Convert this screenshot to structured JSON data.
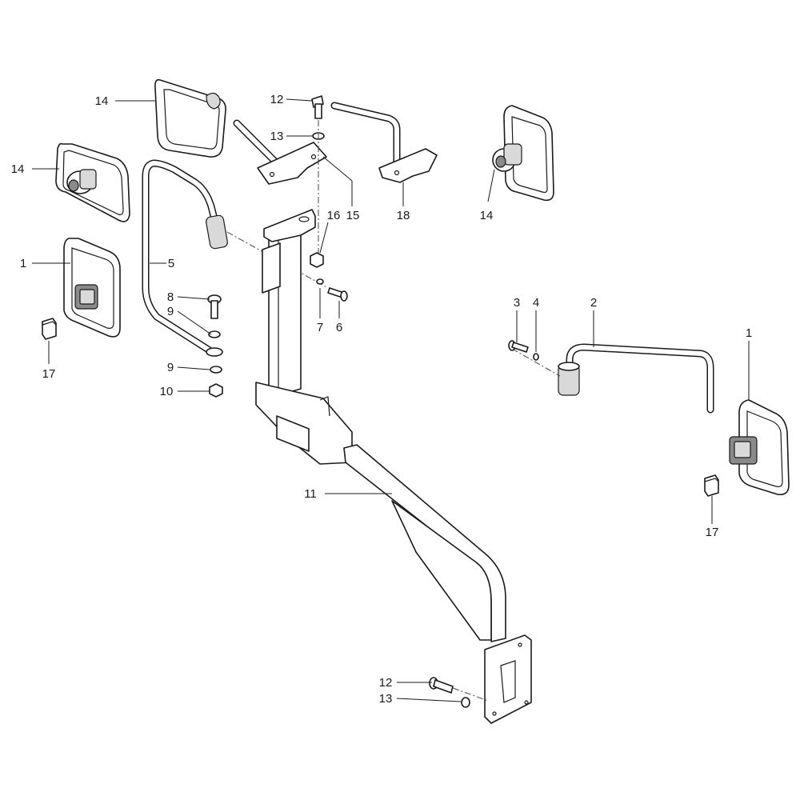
{
  "callouts": [
    {
      "id": "c14a",
      "label": "14"
    },
    {
      "id": "c14b",
      "label": "14"
    },
    {
      "id": "c14c",
      "label": "14"
    },
    {
      "id": "c1a",
      "label": "1"
    },
    {
      "id": "c1b",
      "label": "1"
    },
    {
      "id": "c5",
      "label": "5"
    },
    {
      "id": "c8",
      "label": "8"
    },
    {
      "id": "c9a",
      "label": "9"
    },
    {
      "id": "c9b",
      "label": "9"
    },
    {
      "id": "c10",
      "label": "10"
    },
    {
      "id": "c17a",
      "label": "17"
    },
    {
      "id": "c17b",
      "label": "17"
    },
    {
      "id": "c12a",
      "label": "12"
    },
    {
      "id": "c12b",
      "label": "12"
    },
    {
      "id": "c13a",
      "label": "13"
    },
    {
      "id": "c13b",
      "label": "13"
    },
    {
      "id": "c15",
      "label": "15"
    },
    {
      "id": "c16",
      "label": "16"
    },
    {
      "id": "c18",
      "label": "18"
    },
    {
      "id": "c7",
      "label": "7"
    },
    {
      "id": "c6",
      "label": "6"
    },
    {
      "id": "c3",
      "label": "3"
    },
    {
      "id": "c4",
      "label": "4"
    },
    {
      "id": "c2",
      "label": "2"
    },
    {
      "id": "c11",
      "label": "11"
    }
  ]
}
